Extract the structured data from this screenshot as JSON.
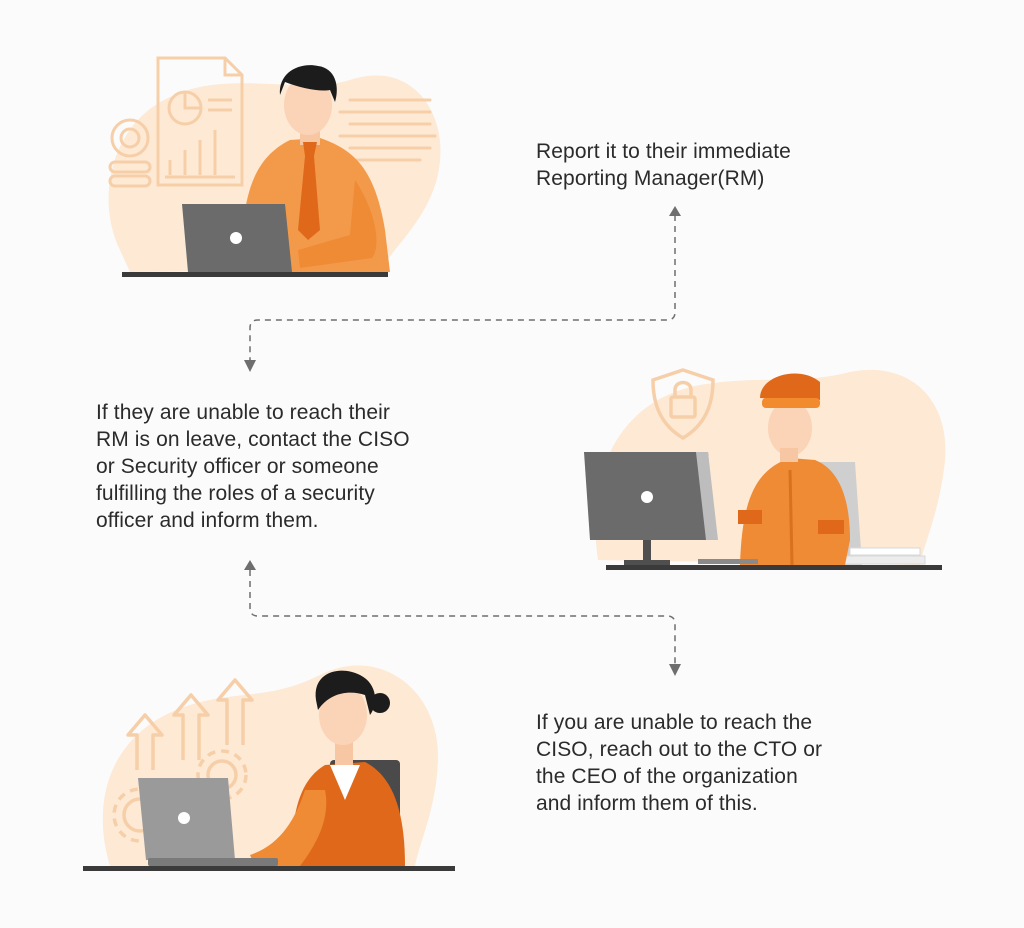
{
  "steps": [
    {
      "lines": [
        "Report it to their immediate",
        "Reporting Manager(RM)"
      ]
    },
    {
      "lines": [
        "If they are unable to reach their",
        "RM is on leave, contact the CISO",
        "or Security officer or someone",
        "fulfilling the roles of a security",
        "officer and inform them."
      ]
    },
    {
      "lines": [
        "If you are unable to reach the",
        "CISO, reach out to the CTO or",
        "the CEO of the organization",
        "and inform them of this."
      ]
    }
  ],
  "colors": {
    "accent": "#f28a2e",
    "accent_dark": "#d9711f",
    "peach": "#fde9d4",
    "skin": "#fbd3b6",
    "hair": "#1c1c1c",
    "laptop": "#6b6b6b",
    "connector": "#6e6e6e",
    "icon_line": "#f6cfa9"
  },
  "icons": [
    "report-document-icon",
    "coins-icon",
    "lock-shield-icon",
    "growth-arrows-icon",
    "gear-icon"
  ]
}
